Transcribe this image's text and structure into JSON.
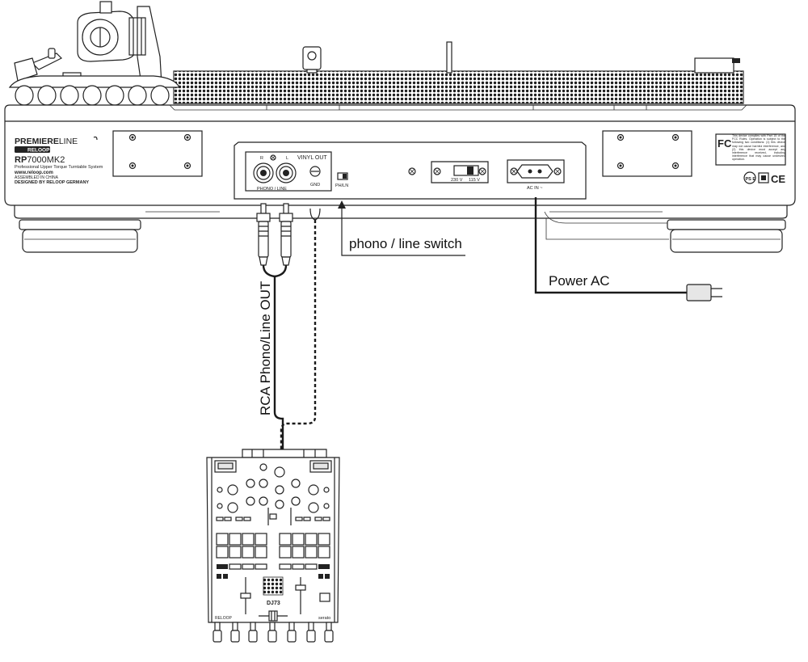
{
  "turntable": {
    "brand_line_bold": "PREMIERE",
    "brand_line_light": "LINE",
    "reloop_logo": "RELOOP",
    "model_bold": "RP",
    "model_light": "7000MK2",
    "description": "Professional Upper Torque Turntable System",
    "website": "www.reloop.com",
    "assembled": "ASSEMBLED IN CHINA",
    "designed": "DESIGNED BY RELOOP GERMANY",
    "vinyl_out_label": "VINYL OUT",
    "channel_r": "R",
    "channel_l": "L",
    "phono_line_label": "PHONO / LINE",
    "gnd_label": "GND",
    "ph_ln_label": "PH/LN",
    "voltage_230": "230 V",
    "voltage_115": "115 V",
    "ac_in_label": "AC IN ~",
    "fcc_logo": "FC",
    "fcc_text": "This device complies with Part 15 of the FCC Rules. Operation is subject to the following two conditions: (1) this device may not cause harmful interference, and (2) this device must accept any interference received, including interference that may cause undesired operation.",
    "pse_mark": "PS E",
    "ce_mark": "CE"
  },
  "callouts": {
    "phono_line_switch": "phono / line switch",
    "power_ac": "Power AC",
    "rca_cable": "RCA  Phono/Line OUT"
  },
  "mixer": {
    "model": "DJ73",
    "brand_left": "RELOOP",
    "brand_right": "serato"
  },
  "icons": [
    "fcc-logo",
    "pse-mark",
    "ce-mark",
    "class-ii-mark",
    "reloop-logo",
    "ground-terminal-icon",
    "rca-jack-icon",
    "power-plug-icon"
  ],
  "colors": {
    "line": "#222222",
    "fill_light": "#e6e6e6",
    "background": "#ffffff"
  }
}
